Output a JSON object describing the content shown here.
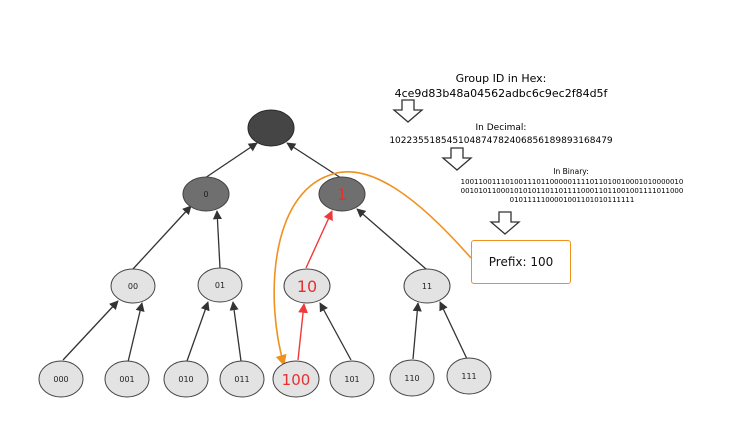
{
  "header": {
    "hex_title": "Group ID in Hex:",
    "hex_value": "4ce9d83b48a04562adbc6c9ec2f84d5f",
    "decimal_title": "In Decimal:",
    "decimal_value": "102235518545104874782406856189893168479",
    "binary_title": "In Binary:",
    "binary_lines": [
      "10011001110100111011000001111011010010001010000010",
      "00101011000101010110110111100011011001001111011000",
      "0101111100001001101010111111"
    ]
  },
  "prefix_box": {
    "label": "Prefix: 100"
  },
  "tree": {
    "root": {
      "label": ""
    },
    "level1": [
      "0",
      "1"
    ],
    "level2": [
      "00",
      "01",
      "10",
      "11"
    ],
    "leaves": [
      "000",
      "001",
      "010",
      "011",
      "100",
      "101",
      "110",
      "111"
    ],
    "highlight_path": [
      "100",
      "10",
      "1"
    ]
  },
  "colors": {
    "root_fill": "#454545",
    "level1_fill": "#6f6f6f",
    "node_fill": "#e3e3e3",
    "highlight_text": "#e53030",
    "highlight_arrow": "#ef3a3a",
    "orange": "#f0901e",
    "edge": "#333333"
  }
}
